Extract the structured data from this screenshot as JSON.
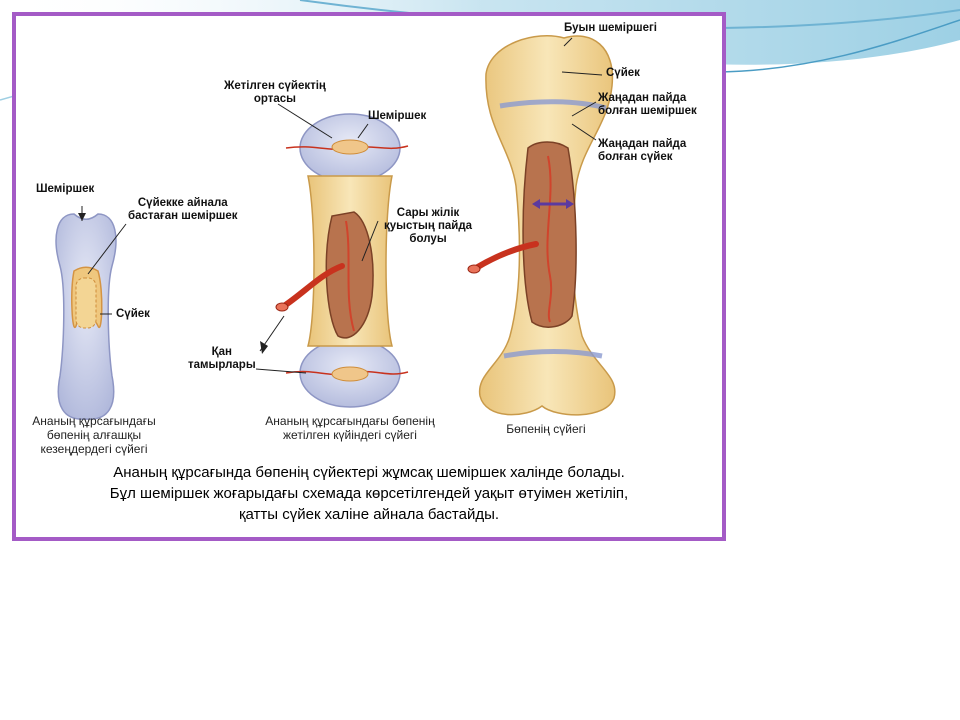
{
  "colors": {
    "frame": "#a45bc6",
    "cartilage": "#c9cfe8",
    "bone": "#f3dca4",
    "vessel": "#c8321e",
    "marrow": "#9a5a3c",
    "accent_blue": "#7fb8d8"
  },
  "labels": {
    "shemirshek_left": "Шеміршек",
    "cartilage_turning": "Сүйекке айнала\nбастаған шеміршек",
    "bone_left": "Сүйек",
    "mature_middle": "Жетілген сүйектің\nортасы",
    "shemirshek_mid": "Шеміршек",
    "yellow_marrow": "Сары жілік\nқуыстың пайда\nболуы",
    "blood_vessels": "Қан\nтамырлары",
    "joint_cartilage": "Буын шеміршегі",
    "bone_right": "Сүйек",
    "new_cartilage": "Жаңадан пайда\nболған шеміршек",
    "new_bone": "Жаңадан пайда\nболған сүйек"
  },
  "captions": {
    "early": "Ананың құрсағындағы\nбөпенің алғашқы\nкезеңдердегі сүйегі",
    "mature": "Ананың құрсағындағы бөпенің\nжетілген күйіндегі сүйегі",
    "baby": "Бөпенің сүйегі"
  },
  "footer": {
    "line1": "Ананың құрсағында бөпенің сүйектері жұмсақ шеміршек халінде болады.",
    "line2": "Бұл шеміршек жоғарыдағы схемада көрсетілгендей уақыт өтуімен жетіліп,",
    "line3": "қатты сүйек халіне айнала бастайды."
  }
}
